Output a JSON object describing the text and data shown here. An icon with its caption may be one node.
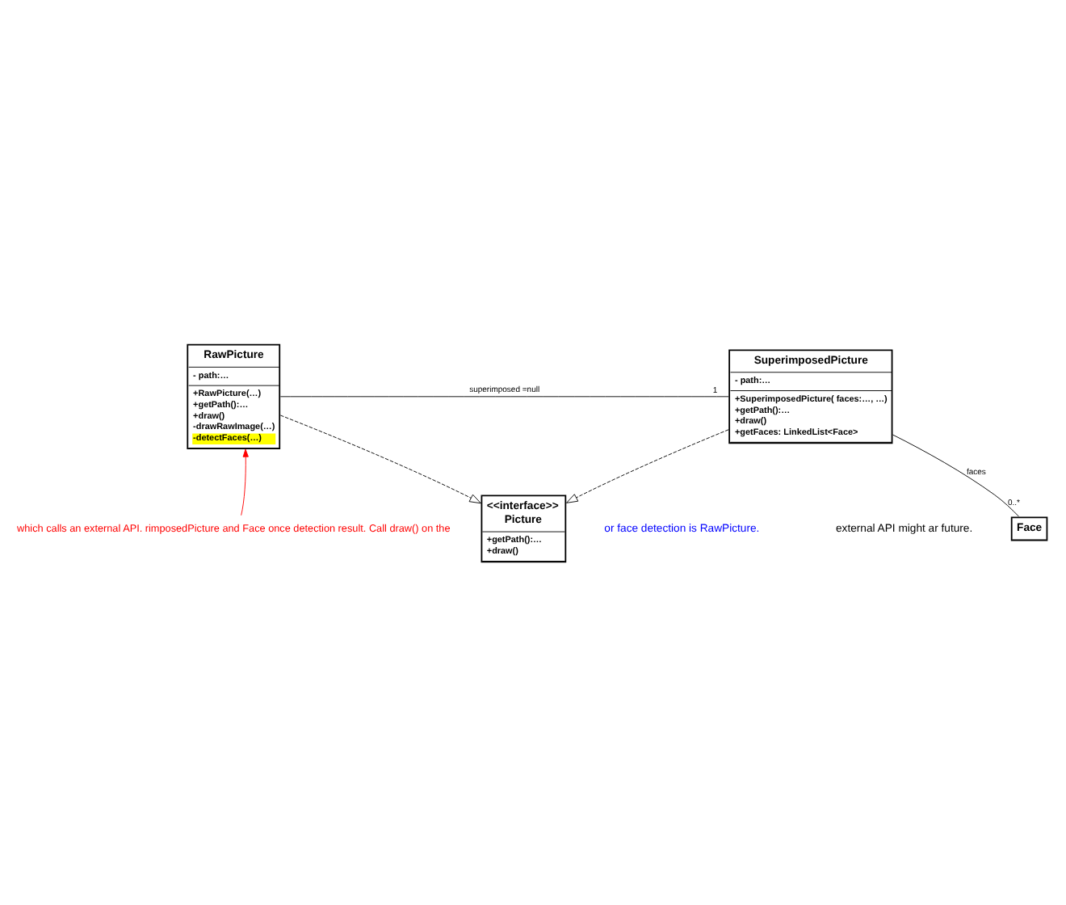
{
  "diagram": {
    "nodes": [
      {
        "text": [
          "<<interface>>",
          "Picture",
          "+getPath():…",
          "+draw()"
        ]
      },
      {
        "text": [
          "RawPicture",
          "- path:…",
          "+RawPicture(…)",
          "+getPath():…",
          "+draw()",
          "-drawRawImage(…)",
          "-detectFaces(…)"
        ]
      },
      {
        "text": [
          "SuperimposedPicture",
          "- path:…",
          "+SuperimposedPicture( faces:…, …)",
          "+getPath():…",
          "+draw()",
          "+getFaces: LinkedList<Face>"
        ]
      },
      {
        "text": [
          "Face"
        ]
      },
      {
        "text": [
          "which calls an external API. rimposedPicture and Face once detection result. Call draw() on the"
        ]
      }
    ],
    "edges": [
      {
        "from": 1,
        "to": 0,
        "arrow": "to",
        "style": "dashed"
      },
      {
        "from": 2,
        "to": 0,
        "arrow": "to",
        "style": "dashed"
      },
      {
        "from": 1,
        "to": 2,
        "arrow": "none",
        "label": "superimposed =null"
      },
      {
        "from": 2,
        "to": 3,
        "arrow": "none",
        "label": "faces"
      },
      {
        "from": 4,
        "to": 1,
        "arrow": "to",
        "color": "#ff0000"
      }
    ],
    "labels": [
      "or face detection is RawPicture.",
      "external API might ar future.",
      "1",
      "0..*"
    ]
  }
}
